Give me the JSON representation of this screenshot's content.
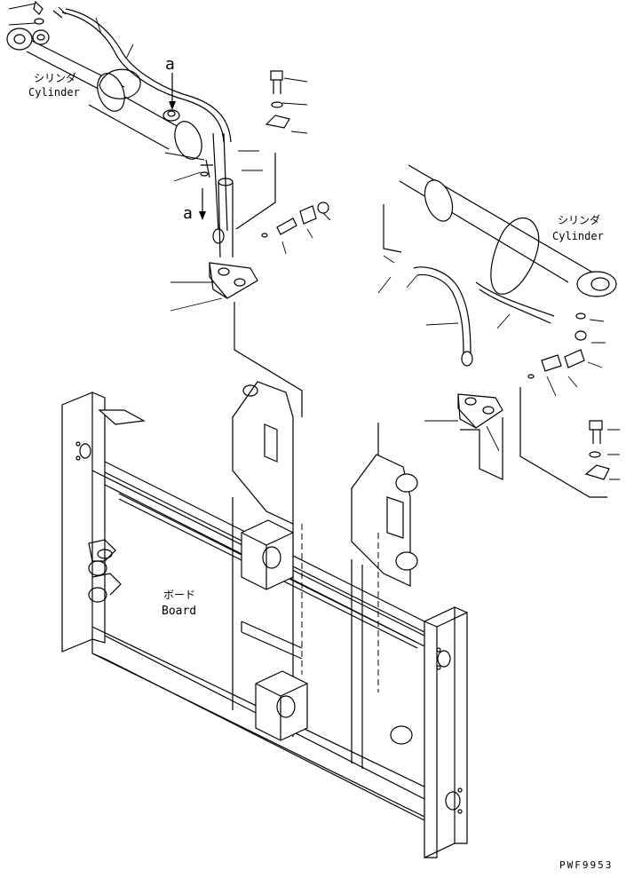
{
  "labels": {
    "cylinder_left_jp": "シリンダ",
    "cylinder_left_en": "Cylinder",
    "cylinder_right_jp": "シリンダ",
    "cylinder_right_en": "Cylinder",
    "board_jp": "ボード",
    "board_en": "Board",
    "view_a_top": "a",
    "view_a_bottom": "a",
    "drawing_code": "PWF9953"
  },
  "colors": {
    "line": "#000000",
    "background": "#ffffff"
  }
}
